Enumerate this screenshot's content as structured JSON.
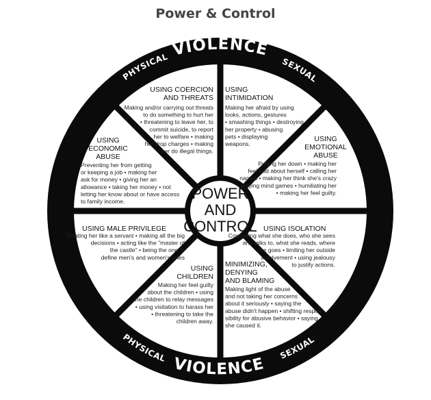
{
  "title": "Power & Control",
  "rim": {
    "top": "VIOLENCE",
    "bottom": "VIOLENCE",
    "top_left": "PHYSICAL",
    "top_right": "SEXUAL",
    "bottom_left": "PHYSICAL",
    "bottom_right": "SEXUAL"
  },
  "center": [
    "POWER",
    "AND",
    "CONTROL"
  ],
  "segments": [
    {
      "id": "coercion",
      "heading": [
        "USING COERCION",
        "AND THREATS"
      ],
      "body": [
        "Making and/or carrying out threats",
        "to do something to hurt her",
        "• threatening to leave her, to",
        "commit suicide, to report",
        "her to welfare • making",
        "her drop charges • making",
        "her do illegal things."
      ]
    },
    {
      "id": "intimidation",
      "heading": [
        "USING",
        "INTIMIDATION"
      ],
      "body": [
        "Making her afraid by using",
        "looks, actions, gestures",
        "• smashing things • destroying",
        "her property • abusing",
        "pets • displaying",
        "weapons."
      ]
    },
    {
      "id": "emotional",
      "heading": [
        "USING",
        "EMOTIONAL",
        "ABUSE"
      ],
      "body": [
        "Putting her down • making her",
        "feel bad about herself • calling her",
        "names • making her think she's crazy",
        "• playing mind games • humiliating her",
        "• making her feel guilty."
      ]
    },
    {
      "id": "isolation",
      "heading": [
        "USING ISOLATION"
      ],
      "body": [
        "Controlling what she does, who she sees",
        "and talks to, what she reads, where",
        "she goes • limiting her outside",
        "involvement • using jealousy",
        "to justify actions."
      ]
    },
    {
      "id": "minimizing",
      "heading": [
        "MINIMIZING,",
        "DENYING",
        "AND BLAMING"
      ],
      "body": [
        "Making light of the abuse",
        "and not taking her concerns",
        "about it seriously • saying the",
        "abuse didn't happen • shifting respon-",
        "sibility for abusive behavior • saying",
        "she caused it."
      ]
    },
    {
      "id": "children",
      "heading": [
        "USING",
        "CHILDREN"
      ],
      "body": [
        "Making her feel guilty",
        "about the children • using",
        "the children to relay messages",
        "• using visitation to harass her",
        "• threatening to take the",
        "children away."
      ]
    },
    {
      "id": "male_privilege",
      "heading": [
        "USING MALE PRIVILEGE"
      ],
      "body": [
        "Treating her like a servant • making all the big",
        "decisions • acting like the \"master of",
        "the castle\" • being the one to",
        "define men's and women's roles"
      ]
    },
    {
      "id": "economic",
      "heading": [
        "USING",
        "ECONOMIC",
        "ABUSE"
      ],
      "body": [
        "Preventing her from getting",
        "or keeping a job • making her",
        "ask for money • giving her an",
        "allowance • taking her money • not",
        "letting her know about or have access",
        "to family income."
      ]
    }
  ]
}
